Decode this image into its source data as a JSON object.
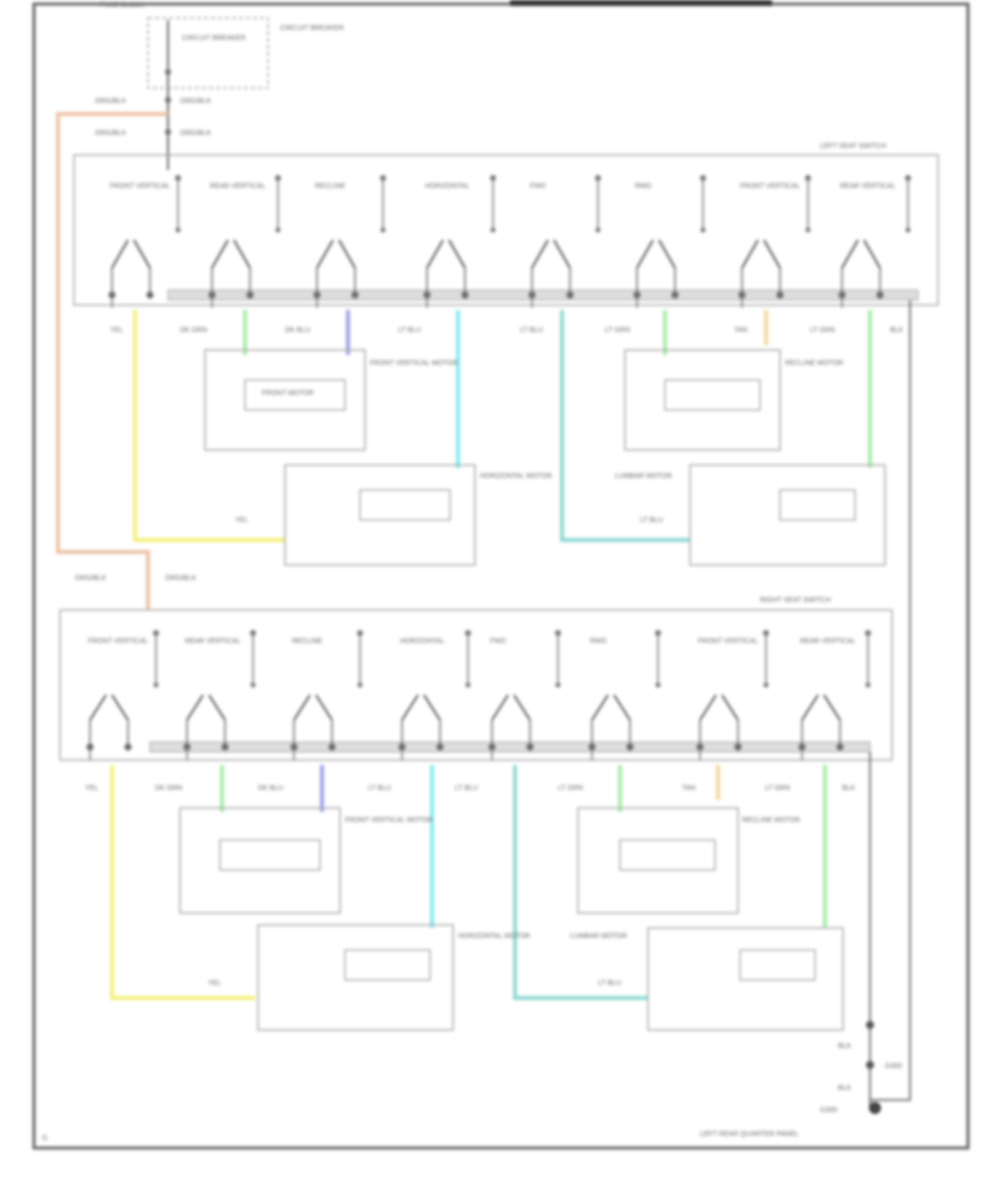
{
  "figure": {
    "title": "",
    "header_tab": ""
  },
  "left_switch": {
    "label": "LEFT SEAT SWITCH",
    "segments": [
      {
        "name": "front-vertical",
        "text": "FRONT VERTICAL"
      },
      {
        "name": "rear-vertical",
        "text": "REAR VERTICAL"
      },
      {
        "name": "recline",
        "text": "RECLINE"
      },
      {
        "name": "horizontal",
        "text": "HORIZONTAL"
      },
      {
        "name": "lumbar-fwd",
        "text": "FWD"
      },
      {
        "name": "lumbar-rwd",
        "text": "RWD"
      }
    ],
    "wire_labels": [
      "YEL",
      "DK GRN",
      "DK BLU",
      "LT BLU",
      "LT BLU",
      "LT GRN",
      "TAN",
      "LT GRN",
      "BLK"
    ],
    "motors": {
      "front": "FRONT VERTICAL MOTOR",
      "front_short": "FRONT MOTOR",
      "horizontal": "HORIZONTAL MOTOR",
      "recline": "RECLINE MOTOR",
      "lumbar": "LUMBAR MOTOR"
    }
  },
  "right_switch": {
    "label": "RIGHT SEAT SWITCH",
    "wire_labels": [
      "YEL",
      "DK GRN",
      "DK BLU",
      "LT BLU",
      "LT BLU",
      "LT GRN",
      "TAN",
      "LT GRN",
      "BLK"
    ]
  },
  "power": {
    "fuse_label": "FUSE BLOCK",
    "circuit_breaker": "CIRCUIT BREAKER",
    "feed_wire": "ORG/BLK"
  },
  "ground": {
    "wire": "BLK",
    "label": "G300",
    "footnote": "LEFT REAR QUARTER PANEL",
    "page_code": "G"
  },
  "colors": {
    "yellow": "#f4f07a",
    "green": "#a6eda6",
    "blue": "#9aa2ee",
    "cyan": "#86eaee",
    "teal": "#8ed9d4",
    "tan": "#f5d89a",
    "orange": "#efc3a8",
    "line": "#555555",
    "box": "#999999"
  }
}
